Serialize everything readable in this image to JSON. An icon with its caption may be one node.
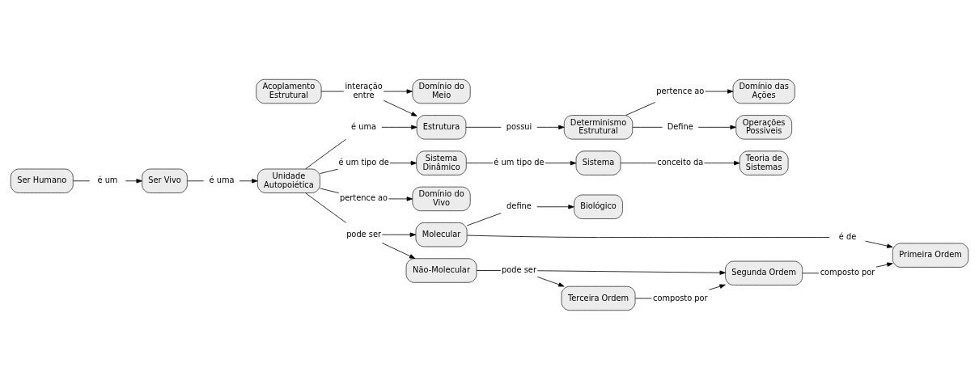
{
  "diagram": {
    "nodes": [
      {
        "text": [
          "Teoria de Sistemas"
        ]
      },
      {
        "text": [
          "conceito da"
        ]
      },
      {
        "text": [
          "Sistema"
        ]
      },
      {
        "text": [
          "é um tipo de"
        ]
      },
      {
        "text": [
          "Sistema Dinâmico"
        ]
      },
      {
        "text": [
          "Domínio do Vivo"
        ]
      },
      {
        "text": [
          "Domínio das Ações"
        ]
      },
      {
        "text": [
          "Operações Possiveis"
        ]
      },
      {
        "text": [
          "é um tipo de"
        ]
      },
      {
        "text": [
          "pertence ao"
        ]
      },
      {
        "text": [
          "pertence ao"
        ]
      },
      {
        "text": [
          "Define"
        ]
      },
      {
        "text": [
          "possui"
        ]
      },
      {
        "text": [
          "Determinismo Estrutural"
        ]
      },
      {
        "text": [
          "Ser Humano"
        ]
      },
      {
        "text": [
          "é um"
        ]
      },
      {
        "text": [
          "Ser Vivo"
        ]
      },
      {
        "text": [
          "é uma"
        ]
      },
      {
        "text": [
          "Unidade Autopoiética"
        ]
      },
      {
        "text": [
          "é uma"
        ]
      },
      {
        "text": [
          "Estrutura"
        ]
      },
      {
        "text": [
          "Domínio do Meio"
        ]
      },
      {
        "text": [
          "pode ser"
        ]
      },
      {
        "text": [
          "interação entre"
        ]
      },
      {
        "text": [
          "Biológico"
        ]
      },
      {
        "text": [
          "define"
        ]
      },
      {
        "text": [
          "Molecular"
        ]
      },
      {
        "text": [
          "Não-Molecular"
        ]
      },
      {
        "text": [
          "Acoplamento Estrutural"
        ]
      },
      {
        "text": [
          "é de"
        ]
      },
      {
        "text": [
          "pode ser"
        ]
      },
      {
        "text": [
          "Primeira Ordem"
        ]
      },
      {
        "text": [
          "composto por"
        ]
      },
      {
        "text": [
          "Segunda Ordem"
        ]
      },
      {
        "text": [
          "composto por"
        ]
      },
      {
        "text": [
          "Terceira Ordem"
        ]
      }
    ],
    "edges": [
      {
        "from": 2,
        "to": 1,
        "arrow": "none"
      },
      {
        "from": 1,
        "to": 0,
        "arrow": "to"
      },
      {
        "from": 4,
        "to": 3,
        "arrow": "none"
      },
      {
        "from": 3,
        "to": 2,
        "arrow": "to"
      },
      {
        "from": 18,
        "to": 8,
        "arrow": "none"
      },
      {
        "from": 8,
        "to": 4,
        "arrow": "to"
      },
      {
        "from": 18,
        "to": 9,
        "arrow": "none"
      },
      {
        "from": 9,
        "to": 5,
        "arrow": "to"
      },
      {
        "from": 13,
        "to": 10,
        "arrow": "none"
      },
      {
        "from": 10,
        "to": 6,
        "arrow": "to"
      },
      {
        "from": 13,
        "to": 11,
        "arrow": "none"
      },
      {
        "from": 11,
        "to": 7,
        "arrow": "to"
      },
      {
        "from": 20,
        "to": 12,
        "arrow": "none"
      },
      {
        "from": 12,
        "to": 13,
        "arrow": "to"
      },
      {
        "from": 14,
        "to": 15,
        "arrow": "none"
      },
      {
        "from": 15,
        "to": 16,
        "arrow": "to"
      },
      {
        "from": 16,
        "to": 17,
        "arrow": "none"
      },
      {
        "from": 17,
        "to": 18,
        "arrow": "to"
      },
      {
        "from": 18,
        "to": 19,
        "arrow": "none"
      },
      {
        "from": 19,
        "to": 20,
        "arrow": "to"
      },
      {
        "from": 18,
        "to": 22,
        "arrow": "none"
      },
      {
        "from": 22,
        "to": 26,
        "arrow": "to"
      },
      {
        "from": 22,
        "to": 27,
        "arrow": "to"
      },
      {
        "from": 28,
        "to": 23,
        "arrow": "none"
      },
      {
        "from": 23,
        "to": 20,
        "arrow": "to"
      },
      {
        "from": 23,
        "to": 21,
        "arrow": "to"
      },
      {
        "from": 26,
        "to": 25,
        "arrow": "none"
      },
      {
        "from": 25,
        "to": 24,
        "arrow": "to"
      },
      {
        "from": 26,
        "to": 29,
        "arrow": "none"
      },
      {
        "from": 29,
        "to": 31,
        "arrow": "to"
      },
      {
        "from": 27,
        "to": 30,
        "arrow": "none"
      },
      {
        "from": 30,
        "to": 33,
        "arrow": "to"
      },
      {
        "from": 30,
        "to": 35,
        "arrow": "to"
      },
      {
        "from": 35,
        "to": 34,
        "arrow": "none"
      },
      {
        "from": 34,
        "to": 33,
        "arrow": "to"
      },
      {
        "from": 33,
        "to": 32,
        "arrow": "none"
      },
      {
        "from": 32,
        "to": 31,
        "arrow": "to"
      }
    ]
  }
}
